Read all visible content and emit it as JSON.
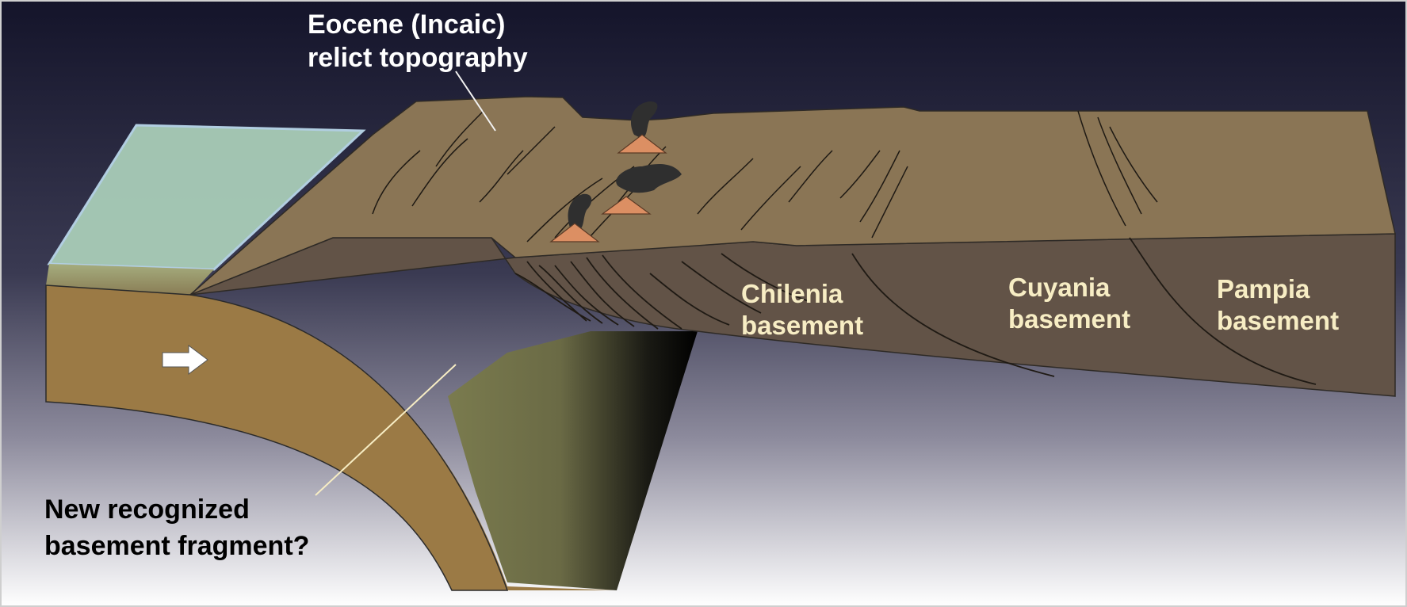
{
  "labels": {
    "relict_line1": "Eocene (Incaic)",
    "relict_line2": "relict topography",
    "chilenia_line1": "Chilenia",
    "chilenia_line2": "basement",
    "cuyania_line1": "Cuyania",
    "cuyania_line2": "basement",
    "pampia_line1": "Pampia",
    "pampia_line2": "basement",
    "fragment_line1": "New recognized",
    "fragment_line2": "basement fragment?"
  },
  "colors": {
    "sky_top": "#14142a",
    "sky_bottom": "#ffffff",
    "ocean": "#a9cdb8",
    "topography": "#8a7555",
    "basement": "#625347",
    "oceanic_slab": "#9b7a45",
    "slab_cross_section": "#7a7b4e",
    "volcano": "#dc8f63",
    "volcanic_plume": "#2f2f2f",
    "label_light": "#ffffff",
    "label_cream": "#f7edc4"
  }
}
